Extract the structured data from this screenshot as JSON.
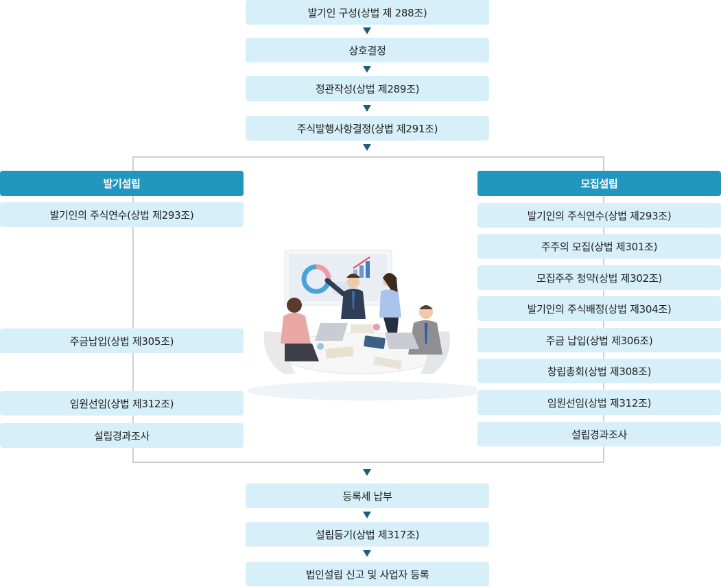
{
  "top_steps": [
    "발기인 구성(상법 제 288조)",
    "상호결정",
    "정관작성(상법 제289조)",
    "주식발행사항결정(상법 제291조)"
  ],
  "left_branch": {
    "title": "발기설립",
    "steps": [
      "발기인의 주식연수(상법 제293조)",
      "주금납입(상법 제305조)",
      "임원선임(상법 제312조)",
      "설립경과조사"
    ]
  },
  "right_branch": {
    "title": "모집설립",
    "steps": [
      "발기인의 주식연수(상법 제293조)",
      "주주의 모집(상법 제301조)",
      "모집주주 청약(상법 제302조)",
      "발기인의 주식배정(상법 제304조)",
      "주금 납입(상법 제306조)",
      "창립총회(상법 제308조)",
      "임원선임(상법 제312조)",
      "설립경과조사"
    ]
  },
  "bottom_steps": [
    "등록세 납부",
    "설립등기(상법 제317조)",
    "법인설립 신고 및 사업자 등록"
  ],
  "colors": {
    "box_fill": "#d6eff8",
    "header_fill": "#2196be",
    "arrow": "#1c5f78",
    "connector": "#d0d0d0"
  }
}
